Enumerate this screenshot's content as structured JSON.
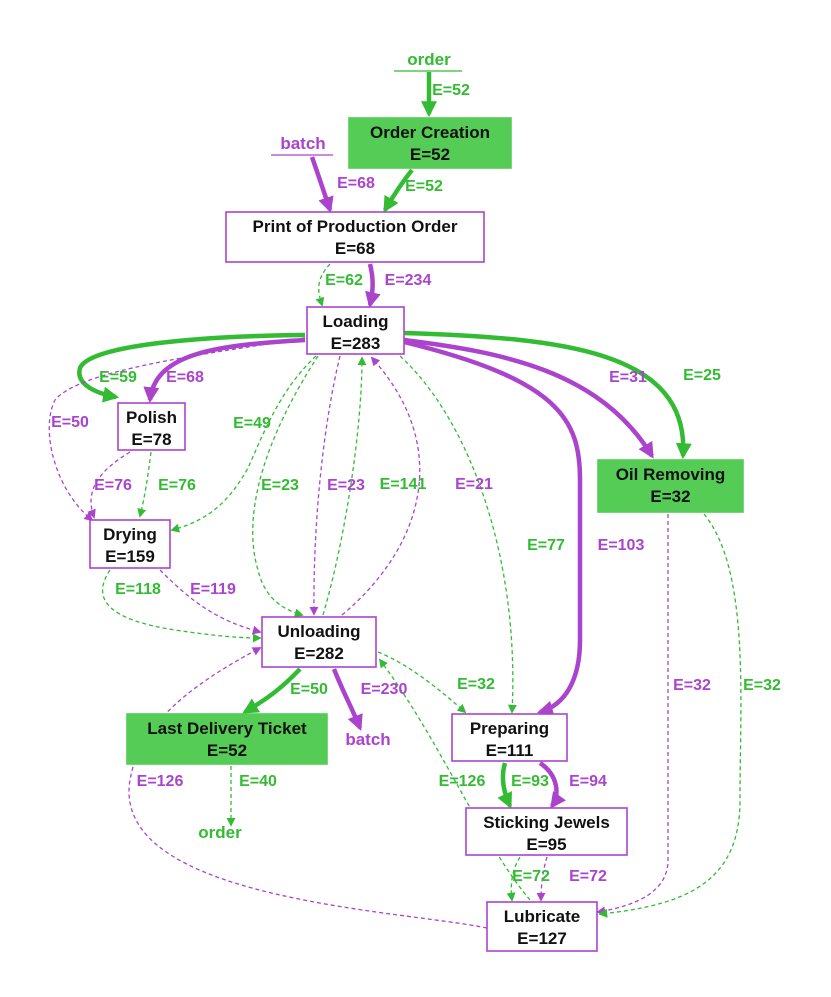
{
  "colors": {
    "purple": "#aa44cc",
    "green": "#33bb33",
    "fill_green": "#55cc55"
  },
  "terminals": [
    {
      "id": "order_in",
      "text": "order",
      "color": "green"
    },
    {
      "id": "batch_in",
      "text": "batch",
      "color": "purple"
    },
    {
      "id": "batch_out",
      "text": "batch",
      "color": "purple"
    },
    {
      "id": "order_out",
      "text": "order",
      "color": "green"
    }
  ],
  "nodes": [
    {
      "id": "order_creation",
      "name": "Order Creation",
      "freq": "E=52",
      "style": "filled"
    },
    {
      "id": "print_order",
      "name": "Print of Production Order",
      "freq": "E=68",
      "style": "outline"
    },
    {
      "id": "loading",
      "name": "Loading",
      "freq": "E=283",
      "style": "outline"
    },
    {
      "id": "polish",
      "name": "Polish",
      "freq": "E=78",
      "style": "outline"
    },
    {
      "id": "oil_removing",
      "name": "Oil Removing",
      "freq": "E=32",
      "style": "filled"
    },
    {
      "id": "drying",
      "name": "Drying",
      "freq": "E=159",
      "style": "outline"
    },
    {
      "id": "unloading",
      "name": "Unloading",
      "freq": "E=282",
      "style": "outline"
    },
    {
      "id": "last_delivery",
      "name": "Last Delivery Ticket",
      "freq": "E=52",
      "style": "filled"
    },
    {
      "id": "preparing",
      "name": "Preparing",
      "freq": "E=111",
      "style": "outline"
    },
    {
      "id": "sticking_jewels",
      "name": "Sticking Jewels",
      "freq": "E=95",
      "style": "outline"
    },
    {
      "id": "lubricate",
      "name": "Lubricate",
      "freq": "E=127",
      "style": "outline"
    }
  ],
  "edges": [
    {
      "id": "e01",
      "from": "order_in",
      "to": "order_creation",
      "label": "E=52",
      "color": "green",
      "style": "solid"
    },
    {
      "id": "e02",
      "from": "batch_in",
      "to": "print_order",
      "label": "E=68",
      "color": "purple",
      "style": "solid"
    },
    {
      "id": "e03",
      "from": "order_creation",
      "to": "print_order",
      "label": "E=52",
      "color": "green",
      "style": "solid"
    },
    {
      "id": "e04",
      "from": "print_order",
      "to": "loading",
      "label": "E=62",
      "color": "green",
      "style": "dashed"
    },
    {
      "id": "e05",
      "from": "print_order",
      "to": "loading",
      "label": "E=234",
      "color": "purple",
      "style": "solid"
    },
    {
      "id": "e06",
      "from": "loading",
      "to": "polish",
      "label": "E=59",
      "color": "green",
      "style": "solid"
    },
    {
      "id": "e07",
      "from": "loading",
      "to": "polish",
      "label": "E=68",
      "color": "purple",
      "style": "solid"
    },
    {
      "id": "e08",
      "from": "loading",
      "to": "drying",
      "label": "E=50",
      "color": "purple",
      "style": "dashed"
    },
    {
      "id": "e09",
      "from": "loading",
      "to": "drying",
      "label": "E=49",
      "color": "green",
      "style": "dashed"
    },
    {
      "id": "e10",
      "from": "loading",
      "to": "oil_removing",
      "label": "E=31",
      "color": "purple",
      "style": "solid"
    },
    {
      "id": "e11",
      "from": "loading",
      "to": "oil_removing",
      "label": "E=25",
      "color": "green",
      "style": "solid"
    },
    {
      "id": "e12",
      "from": "polish",
      "to": "drying",
      "label": "E=76",
      "color": "purple",
      "style": "dashed"
    },
    {
      "id": "e13",
      "from": "polish",
      "to": "drying",
      "label": "E=76",
      "color": "green",
      "style": "dashed"
    },
    {
      "id": "e14",
      "from": "loading",
      "to": "unloading",
      "label": "E=23",
      "color": "green",
      "style": "dashed"
    },
    {
      "id": "e15",
      "from": "loading",
      "to": "unloading",
      "label": "E=23",
      "color": "purple",
      "style": "dashed"
    },
    {
      "id": "e16",
      "from": "unloading",
      "to": "loading",
      "label": "E=141",
      "color": "green",
      "style": "dashed"
    },
    {
      "id": "e17",
      "from": "unloading",
      "to": "loading",
      "label": "E=21",
      "color": "purple",
      "style": "dashed"
    },
    {
      "id": "e18",
      "from": "loading",
      "to": "preparing",
      "label": "E=77",
      "color": "green",
      "style": "dashed"
    },
    {
      "id": "e19",
      "from": "loading",
      "to": "preparing",
      "label": "E=103",
      "color": "purple",
      "style": "solid"
    },
    {
      "id": "e20",
      "from": "drying",
      "to": "unloading",
      "label": "E=118",
      "color": "green",
      "style": "dashed"
    },
    {
      "id": "e21",
      "from": "drying",
      "to": "unloading",
      "label": "E=119",
      "color": "purple",
      "style": "dashed"
    },
    {
      "id": "e22",
      "from": "unloading",
      "to": "last_delivery",
      "label": "E=50",
      "color": "green",
      "style": "solid"
    },
    {
      "id": "e23",
      "from": "unloading",
      "to": "batch_out",
      "label": "E=230",
      "color": "purple",
      "style": "solid"
    },
    {
      "id": "e24",
      "from": "unloading",
      "to": "preparing",
      "label": "E=32",
      "color": "green",
      "style": "dashed"
    },
    {
      "id": "e25",
      "from": "last_delivery",
      "to": "order_out",
      "label": "E=40",
      "color": "green",
      "style": "dashed"
    },
    {
      "id": "e26",
      "from": "lubricate",
      "to": "unloading",
      "label": "E=126",
      "color": "purple",
      "style": "dashed"
    },
    {
      "id": "e27",
      "from": "lubricate",
      "to": "unloading",
      "label": "E=126",
      "color": "green",
      "style": "dashed"
    },
    {
      "id": "e28",
      "from": "oil_removing",
      "to": "lubricate",
      "label": "E=32",
      "color": "purple",
      "style": "dashed"
    },
    {
      "id": "e29",
      "from": "oil_removing",
      "to": "lubricate",
      "label": "E=32",
      "color": "green",
      "style": "dashed"
    },
    {
      "id": "e30",
      "from": "preparing",
      "to": "sticking_jewels",
      "label": "E=93",
      "color": "green",
      "style": "solid"
    },
    {
      "id": "e31",
      "from": "preparing",
      "to": "sticking_jewels",
      "label": "E=94",
      "color": "purple",
      "style": "solid"
    },
    {
      "id": "e32",
      "from": "sticking_jewels",
      "to": "lubricate",
      "label": "E=72",
      "color": "green",
      "style": "dashed"
    },
    {
      "id": "e33",
      "from": "sticking_jewels",
      "to": "lubricate",
      "label": "E=72",
      "color": "purple",
      "style": "dashed"
    }
  ]
}
